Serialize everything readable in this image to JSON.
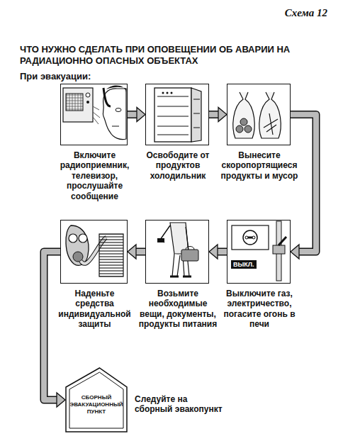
{
  "diagram": {
    "title": "ЧТО НУЖНО СДЕЛАТЬ ПРИ ОПОВЕЩЕНИИ ОБ АВАРИИ НА РАДИАЦИОННО ОПАСНЫХ ОБЪЕКТАХ",
    "nodes": [
      {
        "text": [
          "Включите радиоприемник, телевизор, прослушайте сообщение"
        ]
      },
      {
        "text": [
          "Освободите от продуктов холодильник"
        ]
      },
      {
        "text": [
          "Вынесите скоропортящиеся продукты и мусор"
        ]
      },
      {
        "text": [
          "Выключите газ, электричество, погасите огонь в печи",
          "ВЫКЛ."
        ]
      },
      {
        "text": [
          "Возьмите необходимые вещи, документы, продукты питания"
        ]
      },
      {
        "text": [
          "Наденьте средства индивидуальной защиты"
        ]
      },
      {
        "text": [
          "СБОРНЫЙ ЭВАКУАЦИОННЫЙ ПУНКТ",
          "Следуйте на сборный эвакопункт"
        ]
      }
    ],
    "edges": [
      {
        "from": 0,
        "to": 1,
        "arrow": "to"
      },
      {
        "from": 1,
        "to": 2,
        "arrow": "to"
      },
      {
        "from": 2,
        "to": 3,
        "arrow": "to"
      },
      {
        "from": 3,
        "to": 4,
        "arrow": "to"
      },
      {
        "from": 4,
        "to": 5,
        "arrow": "to"
      },
      {
        "from": 5,
        "to": 6,
        "arrow": "to"
      }
    ],
    "labels": [
      "Схема 12",
      "При эвакуации:"
    ]
  }
}
